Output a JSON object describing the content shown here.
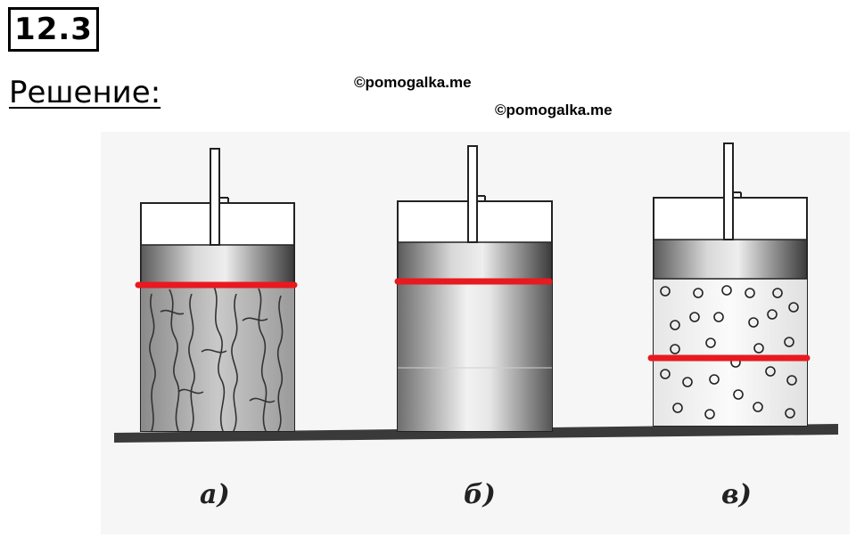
{
  "header": {
    "problem_number": "12.3",
    "solution_label": "Решение:"
  },
  "watermarks": [
    "©pomogalka.me",
    "©pomogalka.me"
  ],
  "figure": {
    "labels": [
      "а)",
      "б)",
      "в)"
    ],
    "marker_color": "#e8191f",
    "panels": [
      {
        "content": "solid",
        "marker_level": "top-of-contents"
      },
      {
        "content": "liquid",
        "marker_level": "top-of-contents"
      },
      {
        "content": "gas",
        "marker_level": "inside-contents"
      }
    ]
  }
}
